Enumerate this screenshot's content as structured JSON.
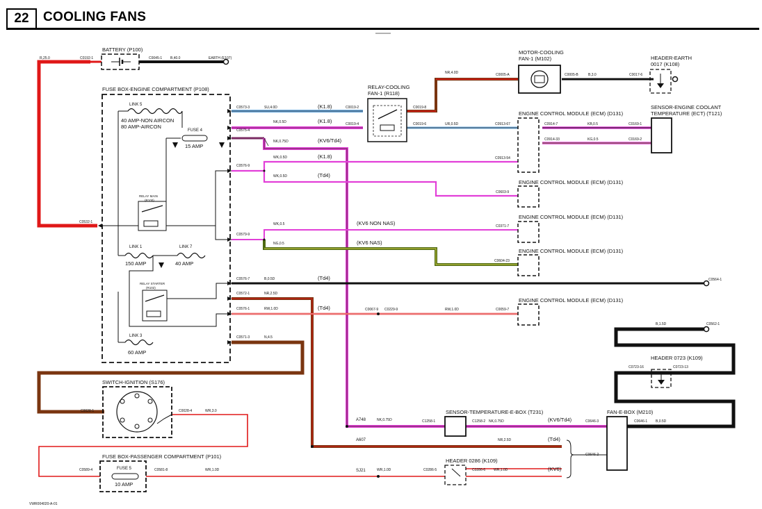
{
  "header": {
    "page_number": "22",
    "title": "COOLING FANS"
  },
  "footer": {
    "code": "VWR004020-A-01"
  },
  "colors": {
    "red": "#e01818",
    "black": "#111111",
    "brown": "#7a3510",
    "blue": "#6aa9dc",
    "pink": "#e23fd8",
    "green": "#4e6a12",
    "purple": "#7a2b63",
    "grey": "#9a9a9a"
  },
  "components": {
    "battery": "BATTERY (P100)",
    "fuse_box_engine": "FUSE BOX-ENGINE COMPARTMENT (P108)",
    "relay_cooling": "RELAY-COOLING",
    "relay_cooling_2": "FAN-1 (R118)",
    "motor_cooling": "MOTOR-COOLING",
    "motor_cooling_2": "FAN-1 (M102)",
    "header_earth": "HEADER-EARTH",
    "header_earth_2": "0017 (K108)",
    "ecm1": "ENGINE CONTROL MODULE (ECM) (D131)",
    "ecm2": "ENGINE CONTROL MODULE (ECM) (D131)",
    "ecm3": "ENGINE CONTROL MODULE (ECM) (D131)",
    "ecm4": "ENGINE CONTROL MODULE (ECM) (D131)",
    "ecm5": "ENGINE CONTROL MODULE (ECM) (D131)",
    "sensor_ect": "SENSOR-ENGINE COOLANT",
    "sensor_ect_2": "TEMPERATURE (ECT) (T121)",
    "header_0723": "HEADER 0723 (K109)",
    "switch_ignition": "SWITCH-IGNITION (S176)",
    "fuse_box_passenger": "FUSE BOX-PASSENGER COMPARTMENT (P101)",
    "sensor_ebox": "SENSOR-TEMPERATURE-E-BOX (T231)",
    "fan_ebox": "FAN-E-BOX (M210)",
    "header_0286": "HEADER 0286 (K109)"
  },
  "fuses": {
    "link5": "LINK 5",
    "link5_a": "40 AMP-NON AIRCON",
    "link5_b": "80 AMP-AIRCON",
    "fuse4": "FUSE 4",
    "fuse4_amp": "15 AMP",
    "relay_main": "RELAY MAIN",
    "relay_main_2": "(R100)",
    "link1": "LINK 1",
    "link1_amp": "150 AMP",
    "link7": "LINK 7",
    "link7_amp": "40 AMP",
    "relay_starter": "RELAY STARTER",
    "relay_starter_2": "(R102)",
    "link3": "LINK 3",
    "link3_amp": "60 AMP",
    "fuse5": "FUSE 5",
    "fuse5_amp": "10 AMP"
  },
  "connectors": {
    "c0192_1": "C0192-1",
    "c0045_1": "C0045-1",
    "c0532_1": "C0532-1",
    "c0573_3": "C0573-3",
    "c0575_4": "C0575-4",
    "c0576_9": "C0576-9",
    "c0579_9": "C0579-9",
    "c0576_7": "C0576-7",
    "c0572_1": "C0572-1",
    "c0576_1": "C0576-1",
    "c0571_3": "C0571-3",
    "c0019_2": "C0019-2",
    "c0019_4": "C0019-4",
    "c0019_8": "C0019-8",
    "c0019_6": "C0019-6",
    "c0005_a": "C0005-A",
    "c0005_b": "C0005-B",
    "c0017_6": "C0017-6",
    "c0913_67": "C0913-67",
    "c0913_54": "C0913-54",
    "c0914_7": "C0914-7",
    "c0914_33": "C0914-33",
    "c0169_1": "C0169-1",
    "c0169_2": "C0169-2",
    "c0603_9": "C0603-9",
    "c0371_7": "C0371-7",
    "c0604_23": "C0604-23",
    "c0564_1": "C0564-1",
    "c0067_9": "C0067-9",
    "c0229_9": "C0229-9",
    "c0059_7": "C0059-7",
    "c0562_1": "C0562-1",
    "c0723_16": "C0723-16",
    "c0723_13": "C0723-13",
    "c0028_1": "C0028-1",
    "c0028_4": "C0028-4",
    "c0589_4": "C0589-4",
    "c0581_8": "C0581-8",
    "c1258_1": "C1258-1",
    "c1258_2": "C1258-2",
    "c0646_3": "C0646-3",
    "c0646_1": "C0646-1",
    "c0646_2": "C0646-2",
    "c0286_5": "C0286-5",
    "c0286_6": "C0286-6",
    "a748": "A748",
    "a607": "A607",
    "sj21": "SJ21"
  },
  "wires": {
    "r25": "R,25.0",
    "b40": "B,40.0",
    "earth_e107": "EARTH (E107)",
    "su40": "SU,4.0D",
    "nk05": "NK,0.5D",
    "nk075": "NK,0.75D",
    "wk05": "WK,0.5D",
    "wk05b": "WK,0.5D",
    "wk05c": "WK,0.5",
    "ng05": "NG,0.5",
    "b05": "B,0.5D",
    "nr25": "NR,2.5D",
    "rw10": "RW,1.0D",
    "n45": "N,4.5",
    "nr40": "NR,4.0D",
    "b30": "B,3.0",
    "ur05": "UR,0.5D",
    "kb05": "KB,0.5",
    "kg05": "KG,0.5",
    "rw10b": "RW,1.0D",
    "wr30": "WR,3.0",
    "wr10": "WR,1.0D",
    "wr10b": "WR,1.0D",
    "wr10c": "WR,1.0D",
    "nk075b": "NK,0.75D",
    "nk075c": "NK,0.75D",
    "nr25b": "NR,2.5D",
    "b15": "B,1.5D",
    "b05b": "B,0.5D"
  },
  "variants": {
    "k18a": "(K1.8)",
    "k18b": "(K1.8)",
    "kv6td4a": "(KV6/Td4)",
    "k18c": "(K1.8)",
    "td4a": "(Td4)",
    "kv6nonnas": "(KV6 NON NAS)",
    "kv6nas": "(KV6 NAS)",
    "td4b": "(Td4)",
    "td4c": "(Td4)",
    "kv6td4b": "(KV6/Td4)",
    "td4d": "(Td4)",
    "kv6": "(KV6)"
  }
}
